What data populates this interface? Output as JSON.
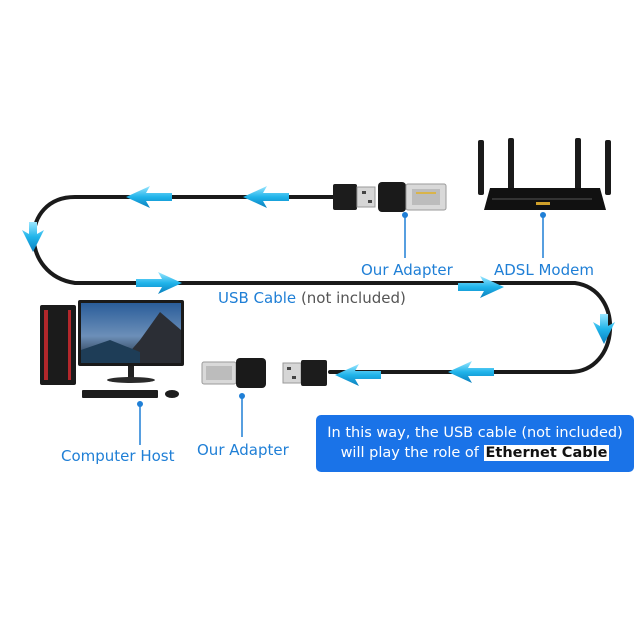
{
  "labels": {
    "our_adapter_top": "Our Adapter",
    "adsl_modem": "ADSL Modem",
    "usb_cable": "USB Cable",
    "not_included": "(not included)",
    "computer_host": "Computer Host",
    "our_adapter_bottom": "Our Adapter"
  },
  "info": {
    "line1": "In this way, the USB cable (not included)",
    "line2_prefix": "will play the role of ",
    "line2_emphasis": "Ethernet Cable"
  },
  "colors": {
    "accent": "#1f7fd6",
    "box": "#1a73e8",
    "arrow": "#2ec4f0",
    "cable": "#1a1a1a"
  }
}
